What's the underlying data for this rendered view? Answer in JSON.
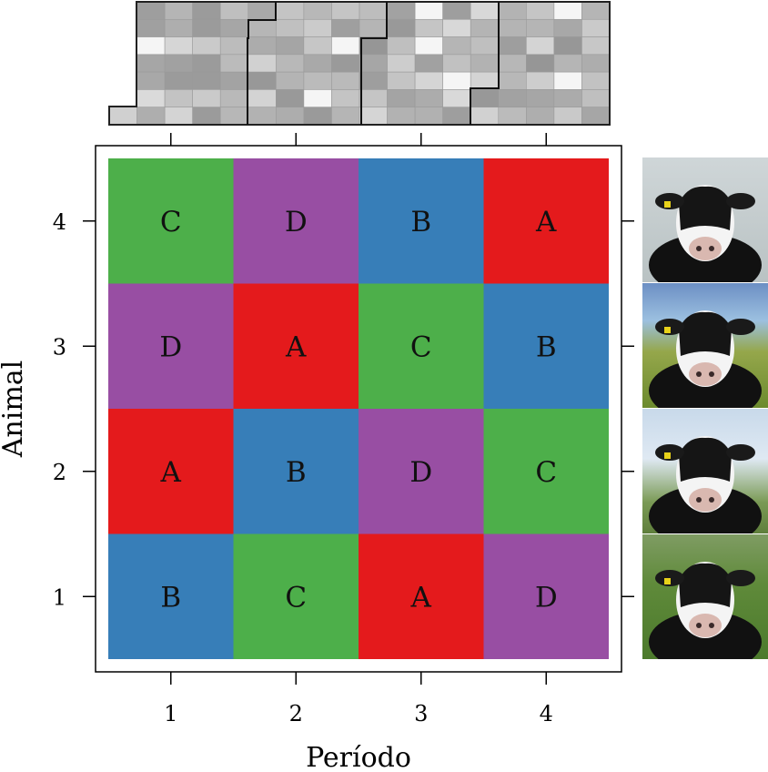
{
  "chart_data": {
    "type": "heatmap",
    "xlabel": "Período",
    "ylabel": "Animal",
    "x_ticks": [
      "1",
      "2",
      "3",
      "4"
    ],
    "y_ticks": [
      "1",
      "2",
      "3",
      "4"
    ],
    "grid": false,
    "treatment_colors": {
      "A": "#e41a1c",
      "B": "#377eb8",
      "C": "#4daf4a",
      "D": "#984ea3"
    },
    "cells": [
      {
        "periodo": 1,
        "animal": 4,
        "treatment": "C"
      },
      {
        "periodo": 2,
        "animal": 4,
        "treatment": "D"
      },
      {
        "periodo": 3,
        "animal": 4,
        "treatment": "B"
      },
      {
        "periodo": 4,
        "animal": 4,
        "treatment": "A"
      },
      {
        "periodo": 1,
        "animal": 3,
        "treatment": "D"
      },
      {
        "periodo": 2,
        "animal": 3,
        "treatment": "A"
      },
      {
        "periodo": 3,
        "animal": 3,
        "treatment": "C"
      },
      {
        "periodo": 4,
        "animal": 3,
        "treatment": "B"
      },
      {
        "periodo": 1,
        "animal": 2,
        "treatment": "A"
      },
      {
        "periodo": 2,
        "animal": 2,
        "treatment": "B"
      },
      {
        "periodo": 3,
        "animal": 2,
        "treatment": "D"
      },
      {
        "periodo": 4,
        "animal": 2,
        "treatment": "C"
      },
      {
        "periodo": 1,
        "animal": 1,
        "treatment": "B"
      },
      {
        "periodo": 2,
        "animal": 1,
        "treatment": "C"
      },
      {
        "periodo": 3,
        "animal": 1,
        "treatment": "A"
      },
      {
        "periodo": 4,
        "animal": 1,
        "treatment": "D"
      }
    ]
  },
  "cow_images": [
    {
      "animal": 4,
      "icon": "cow-photo-icon"
    },
    {
      "animal": 3,
      "icon": "cow-photo-icon"
    },
    {
      "animal": 2,
      "icon": "cow-photo-icon"
    },
    {
      "animal": 1,
      "icon": "cow-photo-icon"
    }
  ]
}
